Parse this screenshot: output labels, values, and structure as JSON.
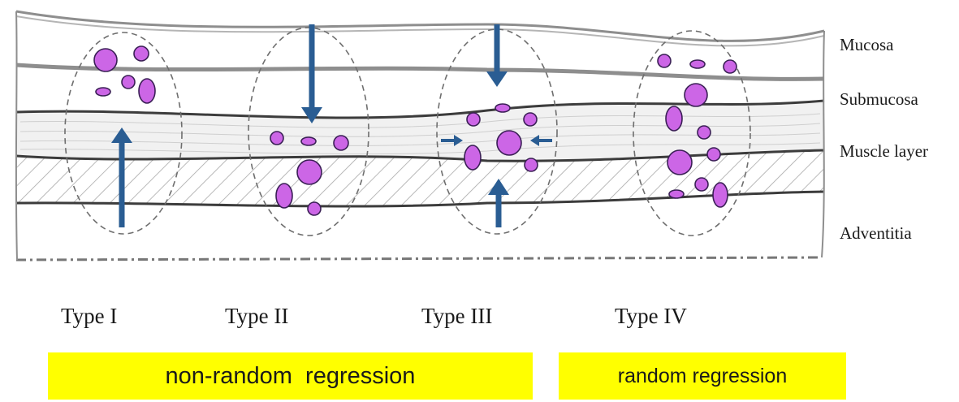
{
  "layers": {
    "mucosa": "Mucosa",
    "submucosa": "Submucosa",
    "muscle": "Muscle layer",
    "adventitia": "Adventitia"
  },
  "types": {
    "type1": "Type I",
    "type2": "Type II",
    "type3": "Type III",
    "type4": "Type IV"
  },
  "bands": {
    "nonrandom": "non-random  regression",
    "random": "random regression"
  },
  "colors": {
    "lesion_fill": "#cc66e6",
    "lesion_stroke": "#3a1f55",
    "arrow": "#2a5d93",
    "band": "#ffff00",
    "line_light": "#9a9a9a",
    "line_dark": "#3c3c3c"
  }
}
